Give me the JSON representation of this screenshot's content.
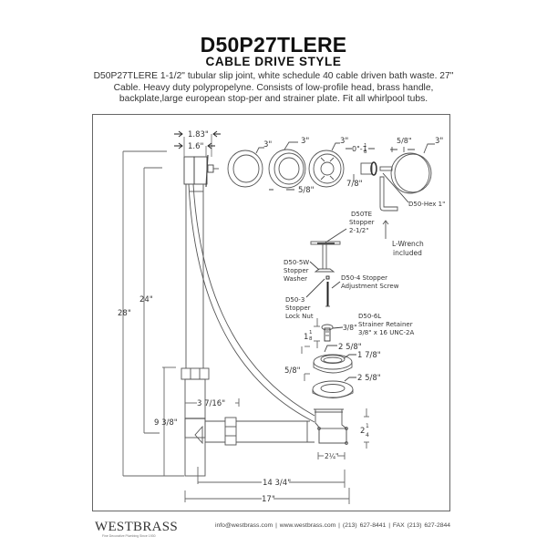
{
  "header": {
    "model": "D50P27TLERE",
    "style": "CABLE DRIVE STYLE",
    "description": "D50P27TLERE  1-1/2\" tubular slip joint, white schedule 40 cable driven bath waste. 27\" Cable. Heavy duty polypropelyne. Consists of low-profile head, brass handle, backplate,large european stop-per and strainer plate. Fit all whirlpool tubs."
  },
  "dimensions": {
    "head_overall": "1.83\"",
    "head_body": "1.6\"",
    "overall_height": "28\"",
    "overflow_height": "24\"",
    "tee_height": "9 3/8\"",
    "tee_offset": "3 7/16\"",
    "drain_run": "14  3/4\"",
    "overall_length": "17\"",
    "ring1_dia": "3\"",
    "ring2_dia": "3\"",
    "ring3_dia": "3\"",
    "ring_spacing": "5/8\"",
    "spacer_range": "0\"-1",
    "spacer_frac_num": "1",
    "spacer_frac_den": "8",
    "spacer_dia": "7/8\"",
    "faceplate_depth": "5/8\"",
    "faceplate_dia": "3\"",
    "retainer_dia": "3/8\"",
    "retainer_len_whole": "1",
    "retainer_len_num": "1",
    "retainer_len_den": "8",
    "flange_outer": "2 5/8\"",
    "flange_inner": "1 7/8\"",
    "flange_height": "5/8\"",
    "gasket_outer": "2 5/8\"",
    "shoe_height_whole": "2",
    "shoe_height_num": "1",
    "shoe_height_den": "4",
    "shoe_width": "2¼\""
  },
  "parts": {
    "hex": "D50-Hex 1\"",
    "lwrench": [
      "L-Wrench",
      "included"
    ],
    "stopper": [
      "D50TE",
      "Stopper",
      "2-1/2\""
    ],
    "washer": [
      "D50-5W",
      "Stopper",
      "Washer"
    ],
    "adj_screw": [
      "D50-4 Stopper",
      "Adjustment Screw"
    ],
    "lock_nut": [
      "D50-3",
      "Stopper",
      "Lock Nut"
    ],
    "retainer": [
      "D50-6L",
      "Strainer Retainer",
      "3/8\" x 16 UNC-2A"
    ]
  },
  "footer": {
    "brand": "WESTBRASS",
    "tagline": "Fine Decorative Plumbing Since 1930",
    "contact": "info@westbrass.com |  www.westbrass.com    |    (213) 627-8441    |    FAX (213) 627-2844"
  }
}
